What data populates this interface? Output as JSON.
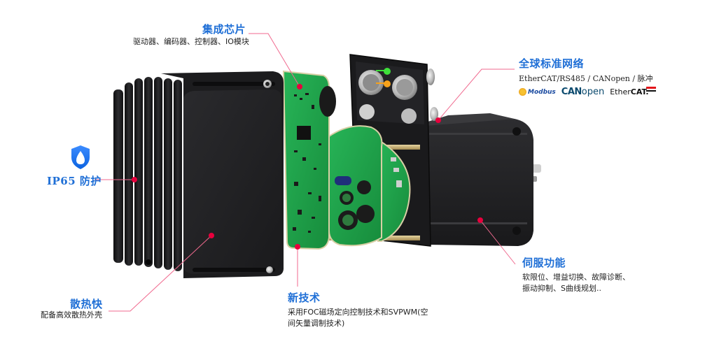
{
  "features": [
    {
      "id": "integrated-chip",
      "title": "集成芯片",
      "description": "驱动器、编码器、控制器、IO模块"
    },
    {
      "id": "global-network",
      "title": "全球标准网络",
      "description": "EtherCAT/RS485 / CANopen / 脉冲",
      "logos": [
        {
          "icon": "modbus-logo",
          "text": "Modbus"
        },
        {
          "icon": "canopen-logo",
          "text_bold": "CAN",
          "text_light": "open"
        },
        {
          "icon": "ethercat-logo",
          "text_light": "Ether",
          "text_bold": "CAT."
        }
      ]
    },
    {
      "id": "ip65",
      "title": "IP65 防护",
      "icon": "water-shield-icon"
    },
    {
      "id": "heat-dissipation",
      "title": "散热快",
      "description": "配备高效散热外壳"
    },
    {
      "id": "new-technology",
      "title": "新技术",
      "description_lines": [
        "采用FOC磁场定向控制技术和SVPWM(空",
        "间矢量调制技术)"
      ]
    },
    {
      "id": "servo-functions",
      "title": "伺服功能",
      "description_lines": [
        "软限位、增益切换、故障诊断、",
        "振动抑制、S曲线规划.."
      ]
    }
  ],
  "colors": {
    "title_blue": "#1f6fd6",
    "pointer_pink": "#f06a8f",
    "pointer_dot": "#e8003d",
    "pcb_green": "#1fa64a",
    "housing_black": "#1c1c1e",
    "led_green": "#3ee03a",
    "led_orange": "#f7a21b"
  }
}
